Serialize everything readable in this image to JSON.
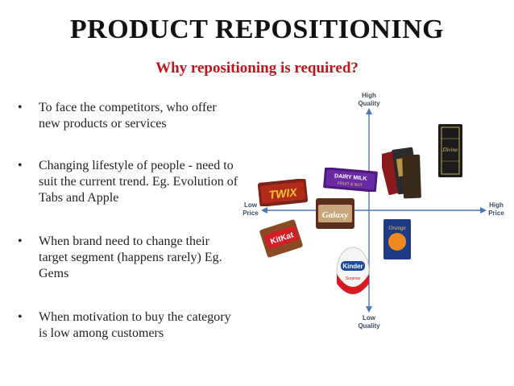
{
  "title": "PRODUCT REPOSITIONING",
  "subtitle": "Why repositioning is required?",
  "bullets": [
    {
      "marker": "•",
      "text": "To face the competitors, who offer new products or services"
    },
    {
      "marker": "•",
      "text": "Changing lifestyle of people - need to suit the current trend. Eg. Evolution of Tabs and Apple"
    },
    {
      "marker": "•",
      "text": "When brand need to change their target segment (happens rarely) Eg. Gems"
    },
    {
      "marker": "•",
      "text": "When motivation to buy the category is low among customers"
    }
  ],
  "diagram": {
    "top_label_1": "High",
    "top_label_2": "Quality",
    "bottom_label_1": "Low",
    "bottom_label_2": "Quality",
    "left_label_1": "Low",
    "left_label_2": "Price",
    "right_label_1": "High",
    "right_label_2": "Price",
    "axis_color": "#4a78b0",
    "products": {
      "twix": "TWIX",
      "dairy_milk_1": "DAIRY MILK",
      "dairy_milk_2": "FRUIT & NUT",
      "galaxy": "Galaxy",
      "kitkat": "KitKat",
      "orange": "Orange",
      "kinder_1": "Kinder",
      "kinder_2": "Surprise",
      "divine": "Divine"
    }
  }
}
